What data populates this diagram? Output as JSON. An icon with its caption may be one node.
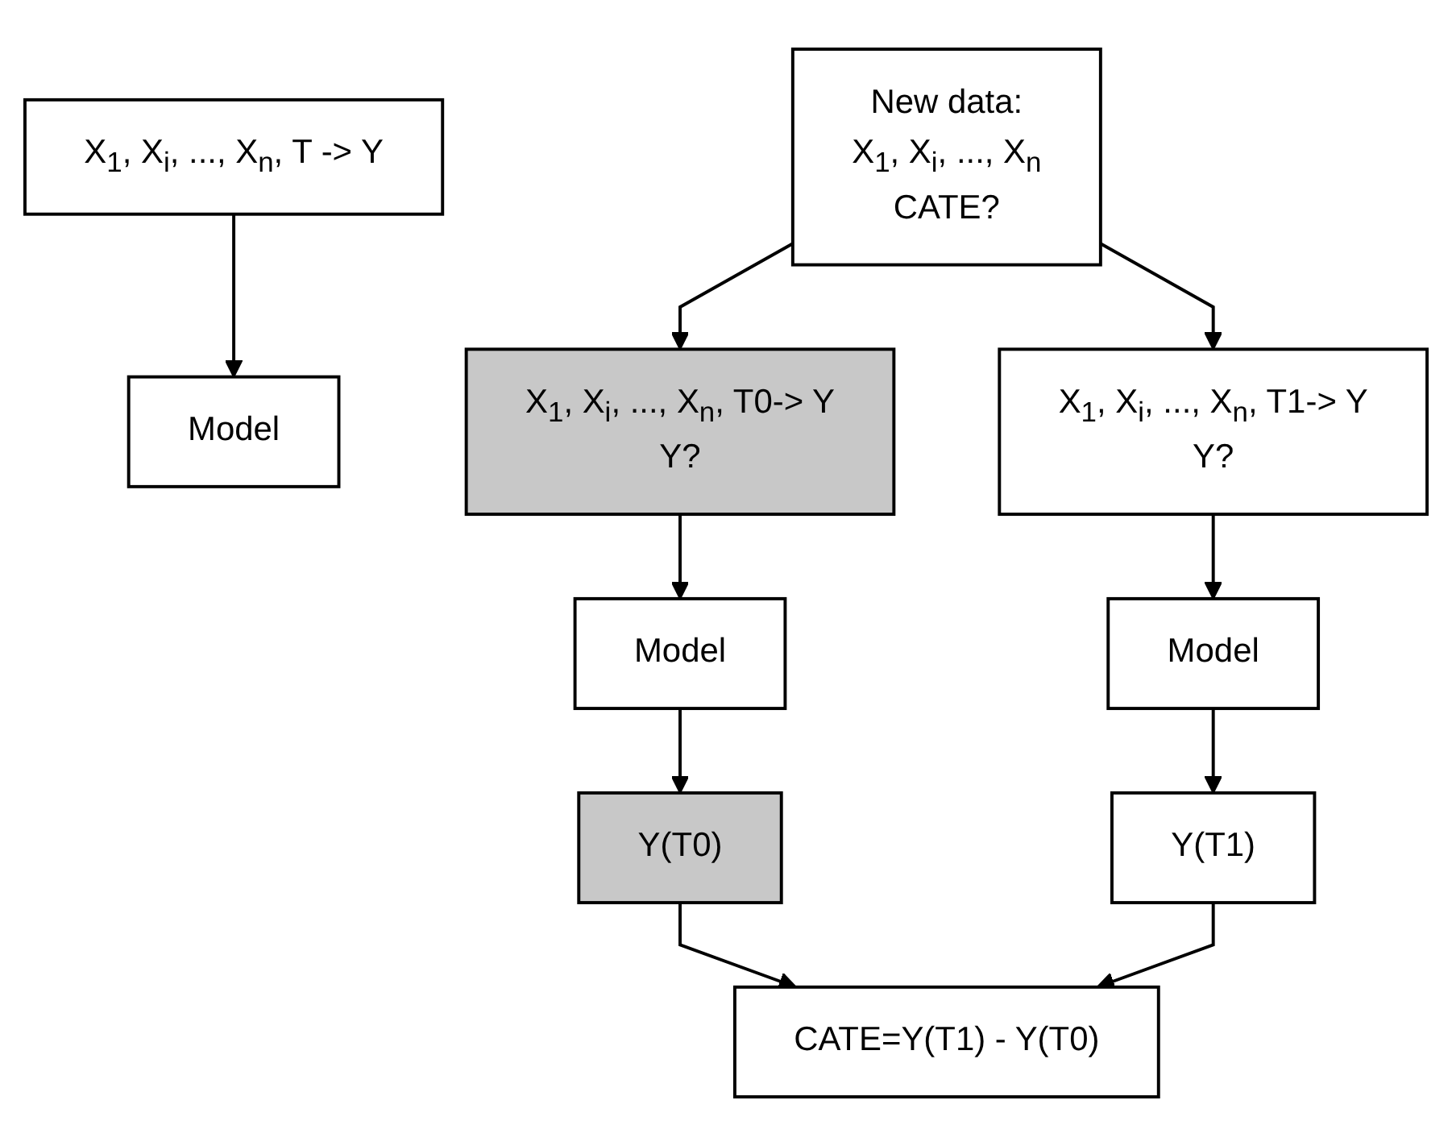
{
  "diagram": {
    "nodes": [
      {
        "text": [
          "X$_{1}$, X$_{i}$, ..., X$_{n}$, T -> Y"
        ]
      },
      {
        "text": [
          "Model"
        ]
      },
      {
        "text": [
          "New data:",
          "X$_{1}$, X$_{i}$, ..., X$_{n}$",
          "CATE?"
        ]
      },
      {
        "text": [
          "X$_{1}$, X$_{i}$, ..., X$_{n}$, T0-> Y",
          "Y?"
        ]
      },
      {
        "text": [
          "X$_{1}$, X$_{i}$, ..., X$_{n}$, T1-> Y",
          "Y?"
        ]
      },
      {
        "text": [
          "Model"
        ]
      },
      {
        "text": [
          "Model"
        ]
      },
      {
        "text": [
          "Y(T0)"
        ]
      },
      {
        "text": [
          "Y(T1)"
        ]
      },
      {
        "text": [
          "CATE=Y(T1) - Y(T0)"
        ]
      }
    ],
    "edges": [
      {
        "from": 0,
        "to": 1,
        "arrow": "to"
      },
      {
        "from": 2,
        "to": 3,
        "arrow": "to"
      },
      {
        "from": 2,
        "to": 4,
        "arrow": "to"
      },
      {
        "from": 3,
        "to": 5,
        "arrow": "to"
      },
      {
        "from": 4,
        "to": 6,
        "arrow": "to"
      },
      {
        "from": 5,
        "to": 7,
        "arrow": "to"
      },
      {
        "from": 6,
        "to": 8,
        "arrow": "to"
      },
      {
        "from": 7,
        "to": 9,
        "arrow": "to"
      },
      {
        "from": 8,
        "to": 9,
        "arrow": "to"
      }
    ]
  }
}
